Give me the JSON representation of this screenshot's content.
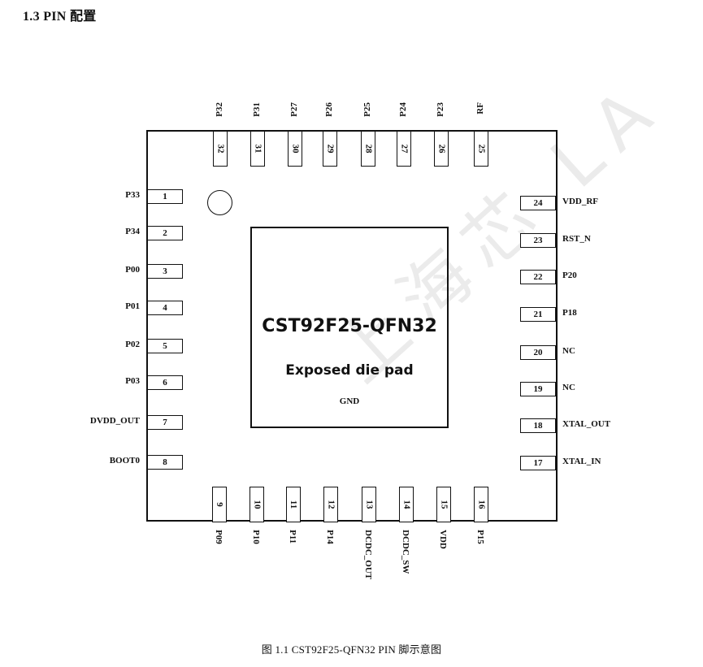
{
  "heading": "1.3  PIN 配置",
  "watermark": "上海芯 LA",
  "chip": {
    "title": "CST92F25-QFN32",
    "subtitle": "Exposed die pad",
    "pad_label": "GND"
  },
  "pins": {
    "left": [
      {
        "num": "1",
        "name": "P33"
      },
      {
        "num": "2",
        "name": "P34"
      },
      {
        "num": "3",
        "name": "P00"
      },
      {
        "num": "4",
        "name": "P01"
      },
      {
        "num": "5",
        "name": "P02"
      },
      {
        "num": "6",
        "name": "P03"
      },
      {
        "num": "7",
        "name": "DVDD_OUT"
      },
      {
        "num": "8",
        "name": "BOOT0"
      }
    ],
    "bottom": [
      {
        "num": "9",
        "name": "P09"
      },
      {
        "num": "10",
        "name": "P10"
      },
      {
        "num": "11",
        "name": "P11"
      },
      {
        "num": "12",
        "name": "P14"
      },
      {
        "num": "13",
        "name": "DCDC_OUT"
      },
      {
        "num": "14",
        "name": "DCDC_SW"
      },
      {
        "num": "15",
        "name": "VDD"
      },
      {
        "num": "16",
        "name": "P15"
      }
    ],
    "right": [
      {
        "num": "17",
        "name": "XTAL_IN"
      },
      {
        "num": "18",
        "name": "XTAL_OUT"
      },
      {
        "num": "19",
        "name": "NC"
      },
      {
        "num": "20",
        "name": "NC"
      },
      {
        "num": "21",
        "name": "P18"
      },
      {
        "num": "22",
        "name": "P20"
      },
      {
        "num": "23",
        "name": "RST_N"
      },
      {
        "num": "24",
        "name": "VDD_RF"
      }
    ],
    "top": [
      {
        "num": "25",
        "name": "RF"
      },
      {
        "num": "26",
        "name": "P23"
      },
      {
        "num": "27",
        "name": "P24"
      },
      {
        "num": "28",
        "name": "P25"
      },
      {
        "num": "29",
        "name": "P26"
      },
      {
        "num": "30",
        "name": "P27"
      },
      {
        "num": "31",
        "name": "P31"
      },
      {
        "num": "32",
        "name": "P32"
      }
    ]
  },
  "caption": "图  1.1    CST92F25-QFN32 PIN 脚示意图"
}
